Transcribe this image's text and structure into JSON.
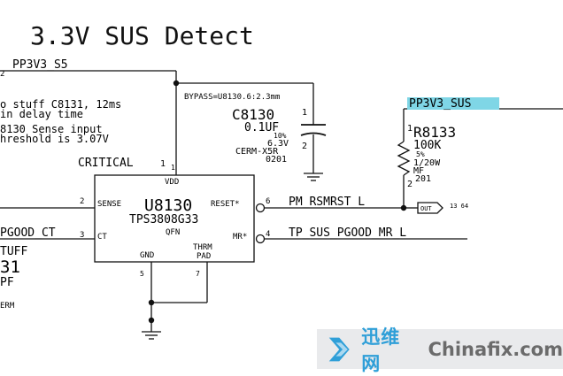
{
  "title": "3.3V SUS Detect",
  "nets": {
    "top_left": "PP3V3_S5",
    "top_right": "PP3V3_SUS",
    "reset_out": "PM_RSMRST_L",
    "mr_in": "TP_SUS_PGOOD_MR_L",
    "ct_net": "PGOOD_CT"
  },
  "notes": {
    "line1": "o stuff C8131, 12ms",
    "line2": "in delay time",
    "line3": "8130 Sense input",
    "line4": "hreshold is 3.07V",
    "critical": "CRITICAL",
    "critical_pin": "1",
    "stuff": "TUFF",
    "val31": "31",
    "pf": "PF",
    "erm": "ERM"
  },
  "ic": {
    "refdes": "U8130",
    "part": "TPS3808G33",
    "package": "QFN",
    "pins": {
      "vdd": "VDD",
      "sense": "SENSE",
      "ct": "CT",
      "reset": "RESET*",
      "mr": "MR*",
      "gnd": "GND",
      "thrm": "THRM",
      "pad": "PAD"
    },
    "pin_numbers": {
      "vdd": "1",
      "sense": "2",
      "ct": "3",
      "mr": "4",
      "gnd": "5",
      "reset": "6",
      "thrm": "7"
    }
  },
  "cap": {
    "bypass": "BYPASS=U8130.6:2.3mm",
    "refdes": "C8130",
    "value": "0.1UF",
    "tolerance": "10%",
    "voltage": "6.3V",
    "dielectric": "CERM-X5R",
    "size": "0201",
    "pin1": "1",
    "pin2": "2"
  },
  "resistor": {
    "refdes": "R8133",
    "value": "100K",
    "tolerance": "5%",
    "power": "1/20W",
    "type": "MF",
    "size": "201",
    "pin1": "1",
    "pin2": "2"
  },
  "offpage": {
    "label": "OUT",
    "refs": "13 64"
  },
  "top_left_pin": "2",
  "watermark": {
    "cn": "迅维网",
    "en": "Chinafix.com"
  },
  "colors": {
    "highlight": "#7fd6e6",
    "watermark_blue": "#2f9fd8"
  }
}
